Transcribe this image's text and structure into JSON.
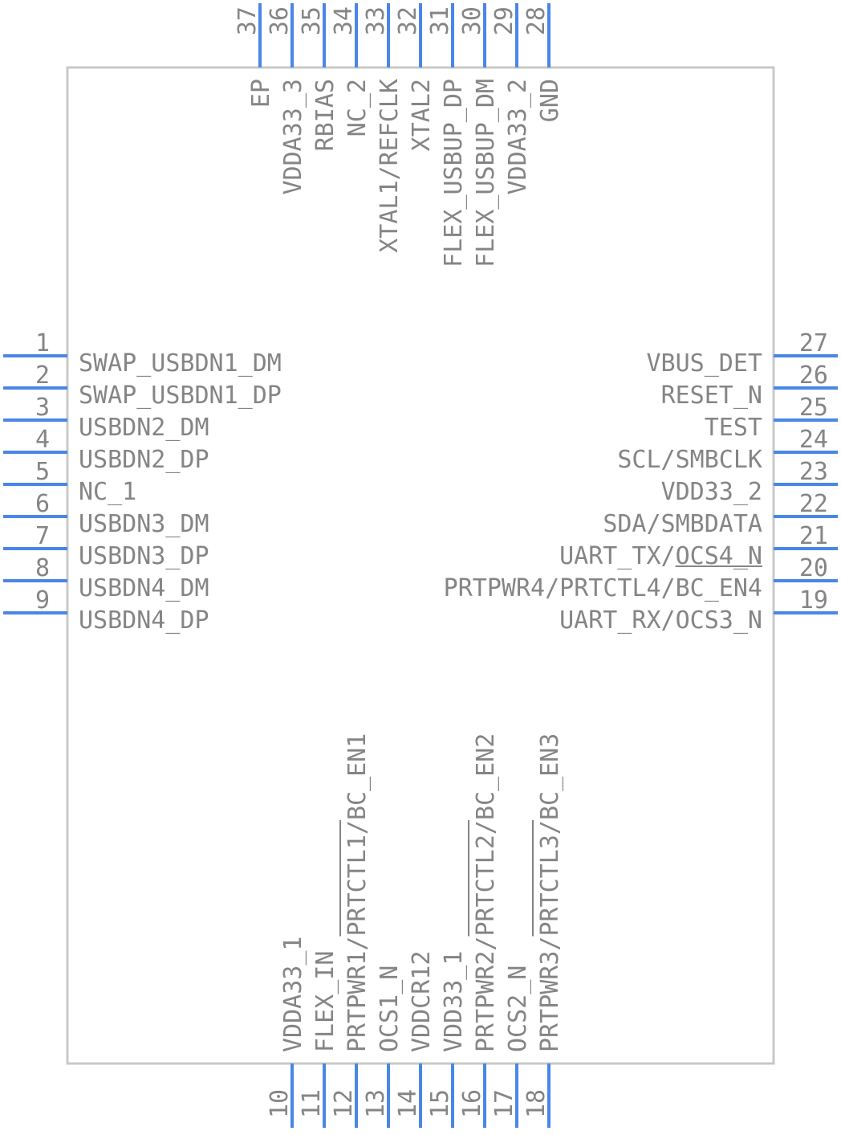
{
  "colors": {
    "pin": "#4a86e8",
    "body_outline": "#c8c8c8",
    "text": "#858585",
    "overbar": "#858585"
  },
  "pins": {
    "left": [
      {
        "num": "1",
        "label": "SWAP_USBDN1_DM"
      },
      {
        "num": "2",
        "label": "SWAP_USBDN1_DP"
      },
      {
        "num": "3",
        "label": "USBDN2_DM"
      },
      {
        "num": "4",
        "label": "USBDN2_DP"
      },
      {
        "num": "5",
        "label": "NC_1"
      },
      {
        "num": "6",
        "label": "USBDN3_DM"
      },
      {
        "num": "7",
        "label": "USBDN3_DP"
      },
      {
        "num": "8",
        "label": "USBDN4_DM"
      },
      {
        "num": "9",
        "label": "USBDN4_DP"
      }
    ],
    "right": [
      {
        "num": "27",
        "label": "VBUS_DET"
      },
      {
        "num": "26",
        "label": "RESET_N"
      },
      {
        "num": "25",
        "label": "TEST"
      },
      {
        "num": "24",
        "label": "SCL/SMBCLK"
      },
      {
        "num": "23",
        "label": "VDD33_2"
      },
      {
        "num": "22",
        "label": "SDA/SMBDATA"
      },
      {
        "num": "21",
        "label": "UART_TX/OCS4_N",
        "overbar": [
          8,
          14
        ]
      },
      {
        "num": "20",
        "label": "PRTPWR4/PRTCTL4/BC_EN4"
      },
      {
        "num": "19",
        "label": "UART_RX/OCS3_N"
      }
    ],
    "top": [
      {
        "num": "37",
        "label": "EP"
      },
      {
        "num": "36",
        "label": "VDDA33_3"
      },
      {
        "num": "35",
        "label": "RBIAS"
      },
      {
        "num": "34",
        "label": "NC_2"
      },
      {
        "num": "33",
        "label": "XTAL1/REFCLK"
      },
      {
        "num": "32",
        "label": "XTAL2"
      },
      {
        "num": "31",
        "label": "FLEX_USBUP_DP"
      },
      {
        "num": "30",
        "label": "FLEX_USBUP_DM"
      },
      {
        "num": "29",
        "label": "VDDA33_2"
      },
      {
        "num": "28",
        "label": "GND"
      }
    ],
    "bottom": [
      {
        "num": "10",
        "label": "VDDA33_1"
      },
      {
        "num": "11",
        "label": "FLEX_IN"
      },
      {
        "num": "12",
        "label": "PRTPWR1/PRTCTL1/BC_EN1",
        "overbar": [
          8,
          16
        ]
      },
      {
        "num": "13",
        "label": "OCS1_N"
      },
      {
        "num": "14",
        "label": "VDDCR12"
      },
      {
        "num": "15",
        "label": "VDD33_1"
      },
      {
        "num": "16",
        "label": "PRTPWR2/PRTCTL2/BC_EN2",
        "overbar": [
          8,
          16
        ]
      },
      {
        "num": "17",
        "label": "OCS2_N"
      },
      {
        "num": "18",
        "label": "PRTPWR3/PRTCTL3/BC_EN3",
        "overbar": [
          8,
          16
        ]
      }
    ]
  }
}
